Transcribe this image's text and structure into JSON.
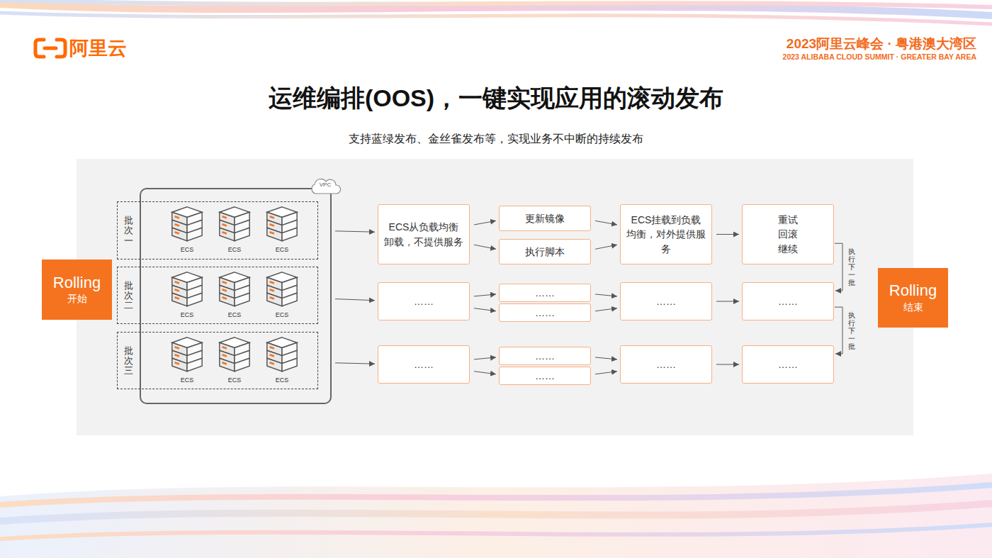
{
  "diagram": {
    "title": "运维编排(OOS)，一键实现应用的滚动发布",
    "caption": "支持蓝绿发布、金丝雀发布等，实现业务不中断的持续发布",
    "nodes": [
      {
        "text": [
          "Rolling",
          "开始"
        ]
      },
      {
        "text": [
          "VPC"
        ]
      },
      {
        "text": [
          "批次一"
        ]
      },
      {
        "text": [
          "ECS"
        ],
        "in": 2
      },
      {
        "text": [
          "ECS"
        ],
        "in": 2
      },
      {
        "text": [
          "ECS"
        ],
        "in": 2
      },
      {
        "text": [
          "批次二"
        ]
      },
      {
        "text": [
          "ECS"
        ],
        "in": 6
      },
      {
        "text": [
          "ECS"
        ],
        "in": 6
      },
      {
        "text": [
          "ECS"
        ],
        "in": 6
      },
      {
        "text": [
          "批次三"
        ]
      },
      {
        "text": [
          "ECS"
        ],
        "in": 10
      },
      {
        "text": [
          "ECS"
        ],
        "in": 10
      },
      {
        "text": [
          "ECS"
        ],
        "in": 10
      },
      {
        "text": [
          "ECS从负载均衡卸载，不提供服务"
        ]
      },
      {
        "text": [
          "更新镜像"
        ]
      },
      {
        "text": [
          "执行脚本"
        ]
      },
      {
        "text": [
          "ECS挂载到负载均衡，对外提供服务"
        ]
      },
      {
        "text": [
          "重试 回滚 继续"
        ]
      },
      {
        "text": [
          "……"
        ]
      },
      {
        "text": [
          "……"
        ]
      },
      {
        "text": [
          "……"
        ]
      },
      {
        "text": [
          "……"
        ]
      },
      {
        "text": [
          "……"
        ]
      },
      {
        "text": [
          "……"
        ]
      },
      {
        "text": [
          "……"
        ]
      },
      {
        "text": [
          "……"
        ]
      },
      {
        "text": [
          "……"
        ]
      },
      {
        "text": [
          "……"
        ]
      },
      {
        "text": [
          "Rolling",
          "结束"
        ]
      }
    ],
    "edges": [
      {
        "from": 2,
        "to": 14,
        "arrow": "to"
      },
      {
        "from": 6,
        "to": 19,
        "arrow": "to"
      },
      {
        "from": 10,
        "to": 24,
        "arrow": "to"
      },
      {
        "from": 14,
        "to": 15,
        "arrow": "to"
      },
      {
        "from": 14,
        "to": 16,
        "arrow": "to"
      },
      {
        "from": 15,
        "to": 17,
        "arrow": "to"
      },
      {
        "from": 16,
        "to": 17,
        "arrow": "to"
      },
      {
        "from": 17,
        "to": 18,
        "arrow": "to"
      },
      {
        "from": 19,
        "to": 20,
        "arrow": "to"
      },
      {
        "from": 19,
        "to": 21,
        "arrow": "to"
      },
      {
        "from": 20,
        "to": 22,
        "arrow": "to"
      },
      {
        "from": 21,
        "to": 22,
        "arrow": "to"
      },
      {
        "from": 22,
        "to": 23,
        "arrow": "to"
      },
      {
        "from": 24,
        "to": 25,
        "arrow": "to"
      },
      {
        "from": 24,
        "to": 26,
        "arrow": "to"
      },
      {
        "from": 25,
        "to": 27,
        "arrow": "to"
      },
      {
        "from": 26,
        "to": 27,
        "arrow": "to"
      },
      {
        "from": 27,
        "to": 28,
        "arrow": "to"
      },
      {
        "from": 18,
        "to": 23,
        "label": "执行下一批",
        "arrow": "to"
      },
      {
        "from": 23,
        "to": 28,
        "label": "执行下一批",
        "arrow": "to"
      }
    ],
    "labels": [
      "阿里云",
      "2023阿里云峰会 · 粤港澳大湾区",
      "2023 ALIBABA CLOUD SUMMIT · GREATER BAY AREA"
    ]
  }
}
